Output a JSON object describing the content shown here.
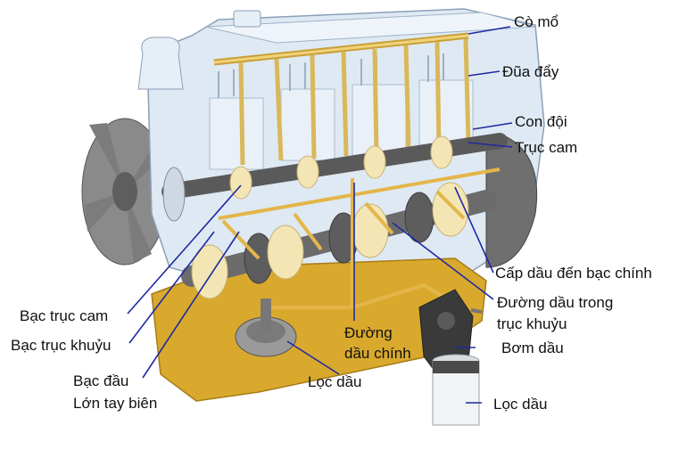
{
  "labels": {
    "co_mo": "Cò mổ",
    "dua_day": "Đũa đẩy",
    "con_doi": "Con đội",
    "truc_cam": "Trục cam",
    "cap_dau": "Cấp dầu đến bạc chính",
    "duong_dau_truc_khuyu_1": "Đường dầu trong",
    "duong_dau_truc_khuyu_2": "trục khuỷu",
    "bom_dau": "Bơm dầu",
    "loc_dau_right": "Lọc dầu",
    "bac_truc_cam": "Bạc trục cam",
    "bac_truc_khuyu": "Bạc trục khuỷu",
    "bac_dau_1": "Bạc đầu",
    "bac_dau_2": "Lớn tay biên",
    "duong_dau_chinh_1": "Đường",
    "duong_dau_chinh_2": "dầu chính",
    "loc_dau_bottom": "Lọc dầu"
  },
  "colors": {
    "engine_block": "#dfe9f3",
    "block_outline": "#8aa0b8",
    "oil_sump": "#d9a92e",
    "oil_line": "#e3b64a",
    "crank_gray": "#6b6b6b",
    "bearing_cream": "#f3e6b4",
    "leader_blue": "#1f2aa0",
    "pump_dark": "#3a3a3a"
  }
}
